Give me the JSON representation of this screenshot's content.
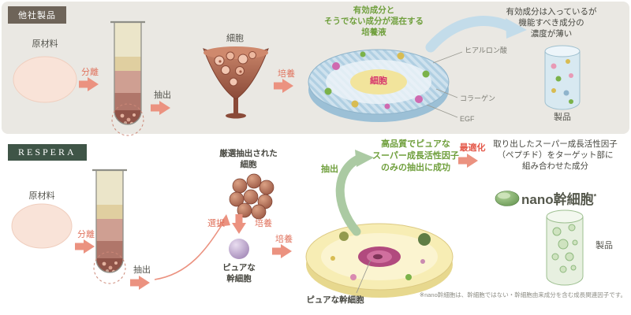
{
  "top": {
    "panel_label": "他社製品",
    "raw_material": "原材料",
    "arrow_separate": "分離",
    "arrow_extract": "抽出",
    "cell_label": "細胞",
    "arrow_culture": "培養",
    "culture_note": "有効成分と\nそうでない成分が混在する\n培養液",
    "dish_center": "細胞",
    "callouts": [
      {
        "label": "ヒアルロン酸"
      },
      {
        "label": "コラーゲン"
      },
      {
        "label": "EGF"
      }
    ],
    "result_note": "有効成分は入っているが\n機能すべき成分の\n濃度が薄い",
    "product_label": "製品"
  },
  "bottom": {
    "panel_label": "RESPERA",
    "raw_material": "原材料",
    "arrow_separate": "分離",
    "arrow_extract": "抽出",
    "selected_cells": "厳選抽出された\n細胞",
    "arrow_select": "選択",
    "arrow_culture": "培養",
    "pure_stem_cell": "ピュアな\n幹細胞",
    "arrow_culture2": "培養",
    "arrow_extract2": "抽出",
    "dish_label": "ピュアな幹細胞",
    "success_note": "高品質でピュアな\nスーパー成長活性因子\nのみの抽出に成功",
    "optimize_label": "最適化",
    "combine_note": "取り出したスーパー成長活性因子\n（ペプチド）をターゲット部に\n組み合わせた成分",
    "nano_label": "nano幹細胞",
    "nano_asterisk": "*",
    "product_label": "製品",
    "footnote": "※nano幹細胞は、幹細胞ではない・幹細胞由来成分を含む成長関連因子です。"
  },
  "colors": {
    "accent_pink": "#eb9280",
    "accent_green": "#6f9f3c",
    "accent_red": "#e4584a",
    "panel_top_bg": "#eae8e3",
    "tag_top_bg": "#6e6459",
    "tag_bottom_bg": "#3f5547"
  }
}
